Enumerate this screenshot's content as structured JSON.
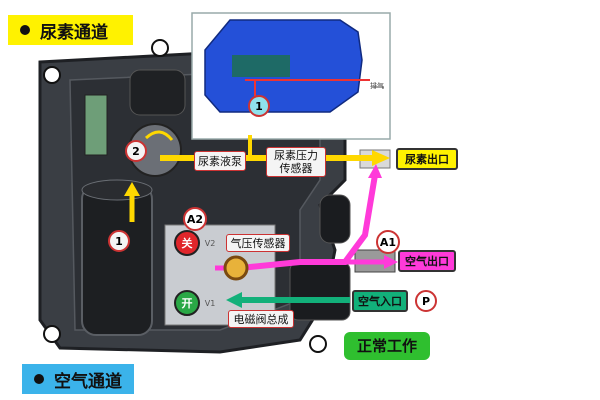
{
  "legend": {
    "urea_channel": "尿素通道",
    "air_channel": "空气通道",
    "urea_color": "#fff200",
    "air_color": "#3bb3ea"
  },
  "labels": {
    "pump": "尿素液泵",
    "pressure_sensor": "尿素压力\n传感器",
    "urea_outlet": "尿素出口",
    "air_sensor": "气压传感器",
    "air_outlet": "空气出口",
    "air_inlet": "空气入口",
    "solenoid": "电磁阀总成",
    "status": "正常工作"
  },
  "markers": {
    "m1_main": "1",
    "m1_inset": "1",
    "m2": "2",
    "a2": "A2",
    "a1": "A1",
    "p": "P",
    "valve_off": "关",
    "valve_on": "开",
    "v2": "V2",
    "v1": "V1",
    "inset_tag": "排气"
  },
  "colors": {
    "urea_flow": "#ffd800",
    "air_flow": "#ff3ad9",
    "inlet_flow": "#12b07a",
    "body": "#3a3e44",
    "status_bg": "#2fbf2f"
  }
}
